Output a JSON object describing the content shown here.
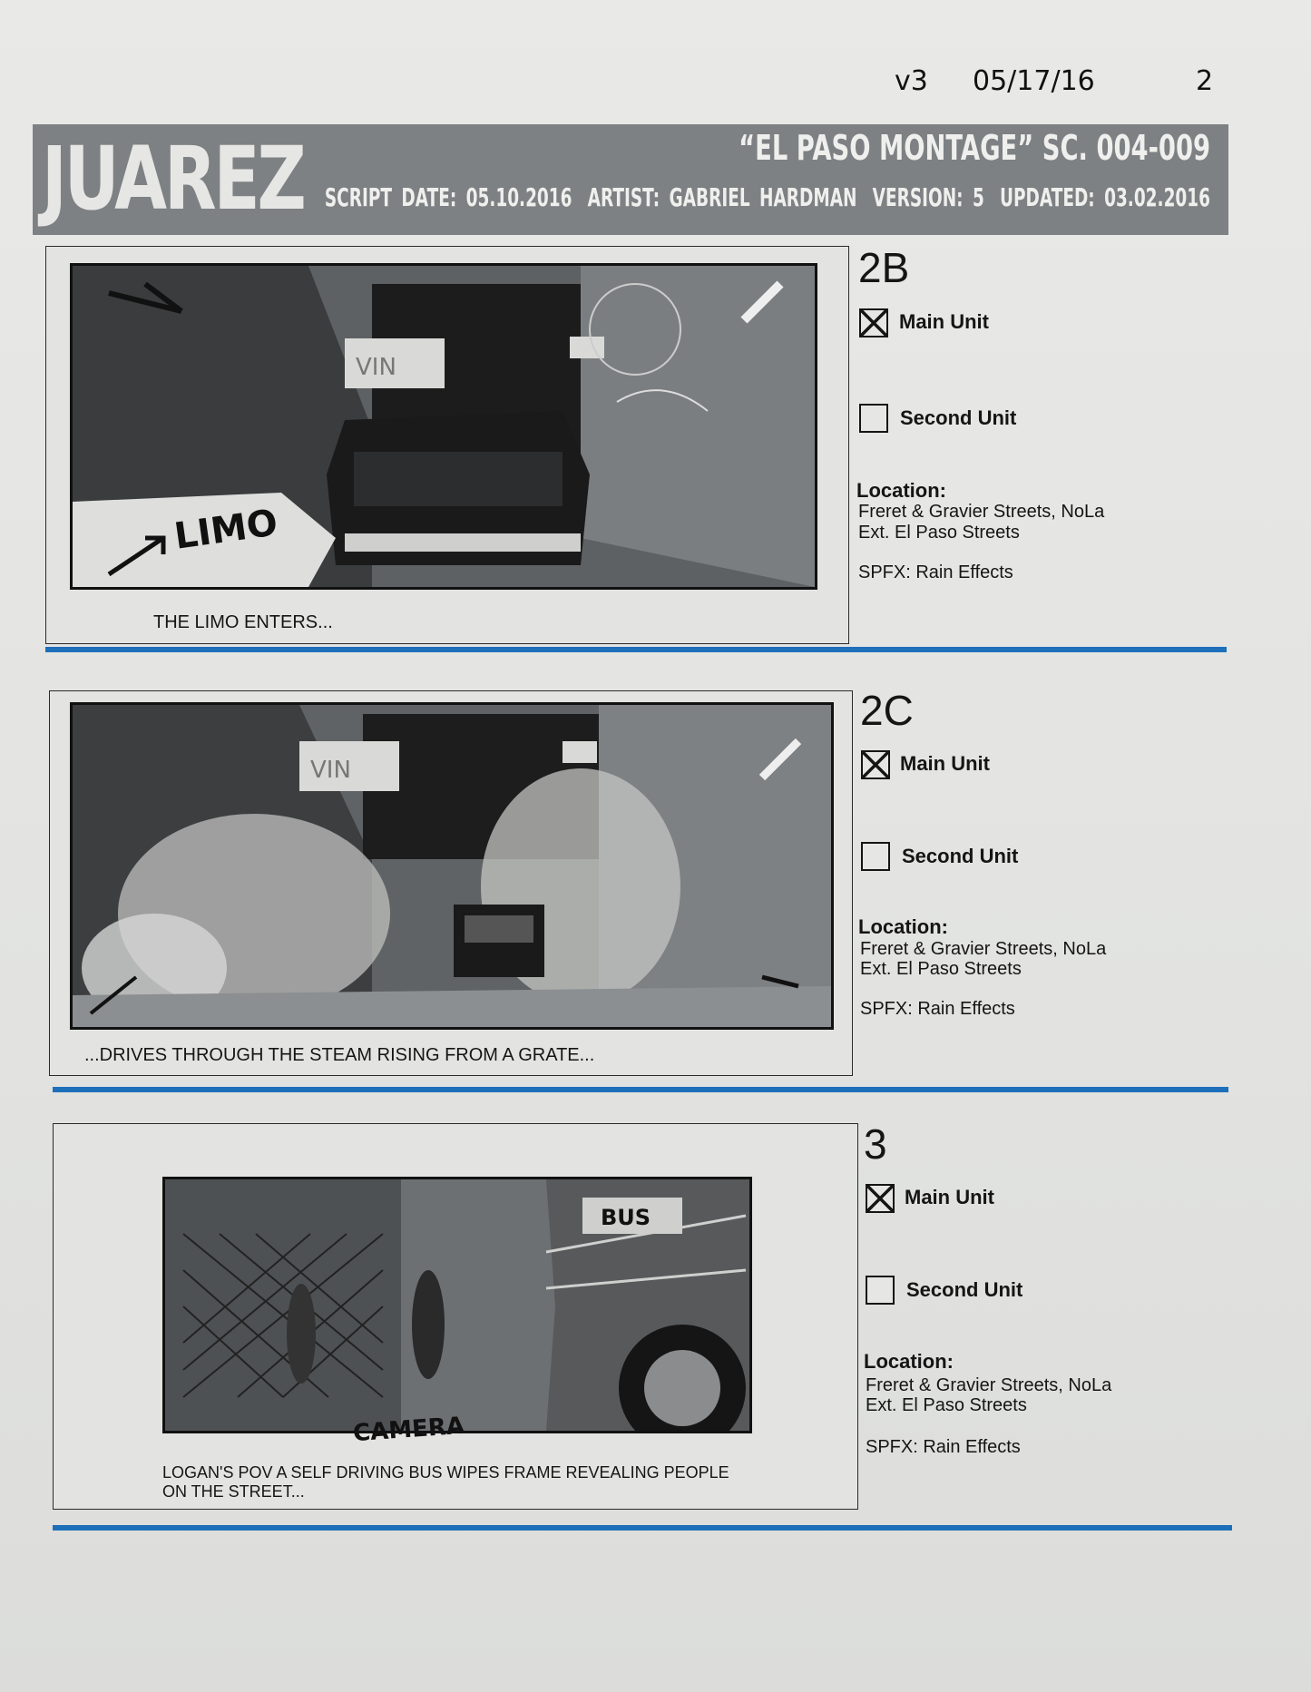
{
  "header": {
    "version": "v3",
    "date": "05/17/16",
    "page_number": "2"
  },
  "banner": {
    "logo": "JUAREZ",
    "title": "“EL PASO MONTAGE” SC. 004-009",
    "script_date": "SCRIPT DATE: 05.10.2016",
    "artist": "ARTIST: GABRIEL HARDMAN",
    "version": "VERSION: 5",
    "updated": "UPDATED: 03.02.2016",
    "color": "#7d8183"
  },
  "accent_color": "#1e6fba",
  "panels": [
    {
      "number": "2B",
      "caption": "THE LIMO ENTERS...",
      "sketch_labels": [
        "LIMO",
        "VIN"
      ],
      "main_unit": {
        "label": "Main Unit",
        "checked": true
      },
      "second_unit": {
        "label": "Second Unit",
        "checked": false
      },
      "location_label": "Location:",
      "location_lines": [
        "Freret & Gravier Streets, NoLa",
        "Ext. El Paso Streets"
      ],
      "spfx": "SPFX: Rain Effects"
    },
    {
      "number": "2C",
      "caption": "...DRIVES THROUGH THE STEAM RISING FROM A GRATE...",
      "sketch_labels": [
        "VIN"
      ],
      "main_unit": {
        "label": "Main Unit",
        "checked": true
      },
      "second_unit": {
        "label": "Second Unit",
        "checked": false
      },
      "location_label": "Location:",
      "location_lines": [
        "Freret & Gravier Streets, NoLa",
        "Ext. El Paso Streets"
      ],
      "spfx": "SPFX: Rain Effects"
    },
    {
      "number": "3",
      "caption_lines": [
        "LOGAN'S POV A SELF DRIVING BUS WIPES FRAME REVEALING PEOPLE",
        "ON THE STREET..."
      ],
      "sketch_labels": [
        "BUS",
        "CAMERA"
      ],
      "main_unit": {
        "label": "Main Unit",
        "checked": true
      },
      "second_unit": {
        "label": "Second Unit",
        "checked": false
      },
      "location_label": "Location:",
      "location_lines": [
        "Freret & Gravier Streets, NoLa",
        "Ext. El Paso Streets"
      ],
      "spfx": "SPFX: Rain Effects"
    }
  ]
}
